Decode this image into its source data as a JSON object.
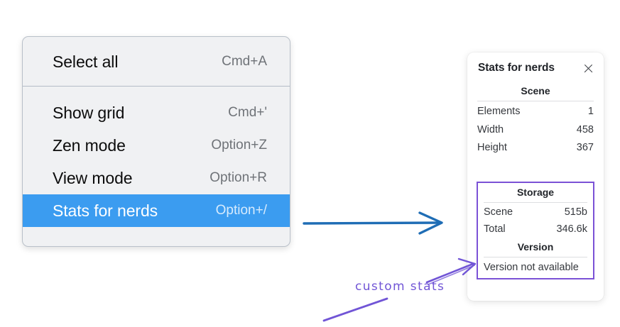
{
  "context_menu": {
    "groups": [
      {
        "items": [
          {
            "label": "Select all",
            "shortcut": "Cmd+A",
            "selected": false
          }
        ]
      },
      {
        "items": [
          {
            "label": "Show grid",
            "shortcut": "Cmd+'",
            "selected": false
          },
          {
            "label": "Zen mode",
            "shortcut": "Option+Z",
            "selected": false
          },
          {
            "label": "View mode",
            "shortcut": "Option+R",
            "selected": false
          },
          {
            "label": "Stats for nerds",
            "shortcut": "Option+/",
            "selected": true
          }
        ]
      }
    ]
  },
  "stats_panel": {
    "title": "Stats for nerds",
    "close_icon": "close-icon",
    "scene": {
      "heading": "Scene",
      "rows": [
        {
          "key": "Elements",
          "value": "1"
        },
        {
          "key": "Width",
          "value": "458"
        },
        {
          "key": "Height",
          "value": "367"
        }
      ]
    },
    "storage": {
      "heading": "Storage",
      "rows": [
        {
          "key": "Scene",
          "value": "515b"
        },
        {
          "key": "Total",
          "value": "346.6k"
        }
      ]
    },
    "version": {
      "heading": "Version",
      "text": "Version not available"
    }
  },
  "annotations": {
    "custom_stats_label": "custom stats",
    "blue_arrow_name": "flow-arrow",
    "purple_arrow_name": "callout-arrow"
  },
  "colors": {
    "menu_background": "#f0f1f3",
    "menu_border": "#b9c0c9",
    "selection_blue": "#3b9cf0",
    "shortcut_gray": "#6f7378",
    "panel_background": "#ffffff",
    "purple_accent": "#7b52d6",
    "arrow_blue": "#1f6db5"
  }
}
